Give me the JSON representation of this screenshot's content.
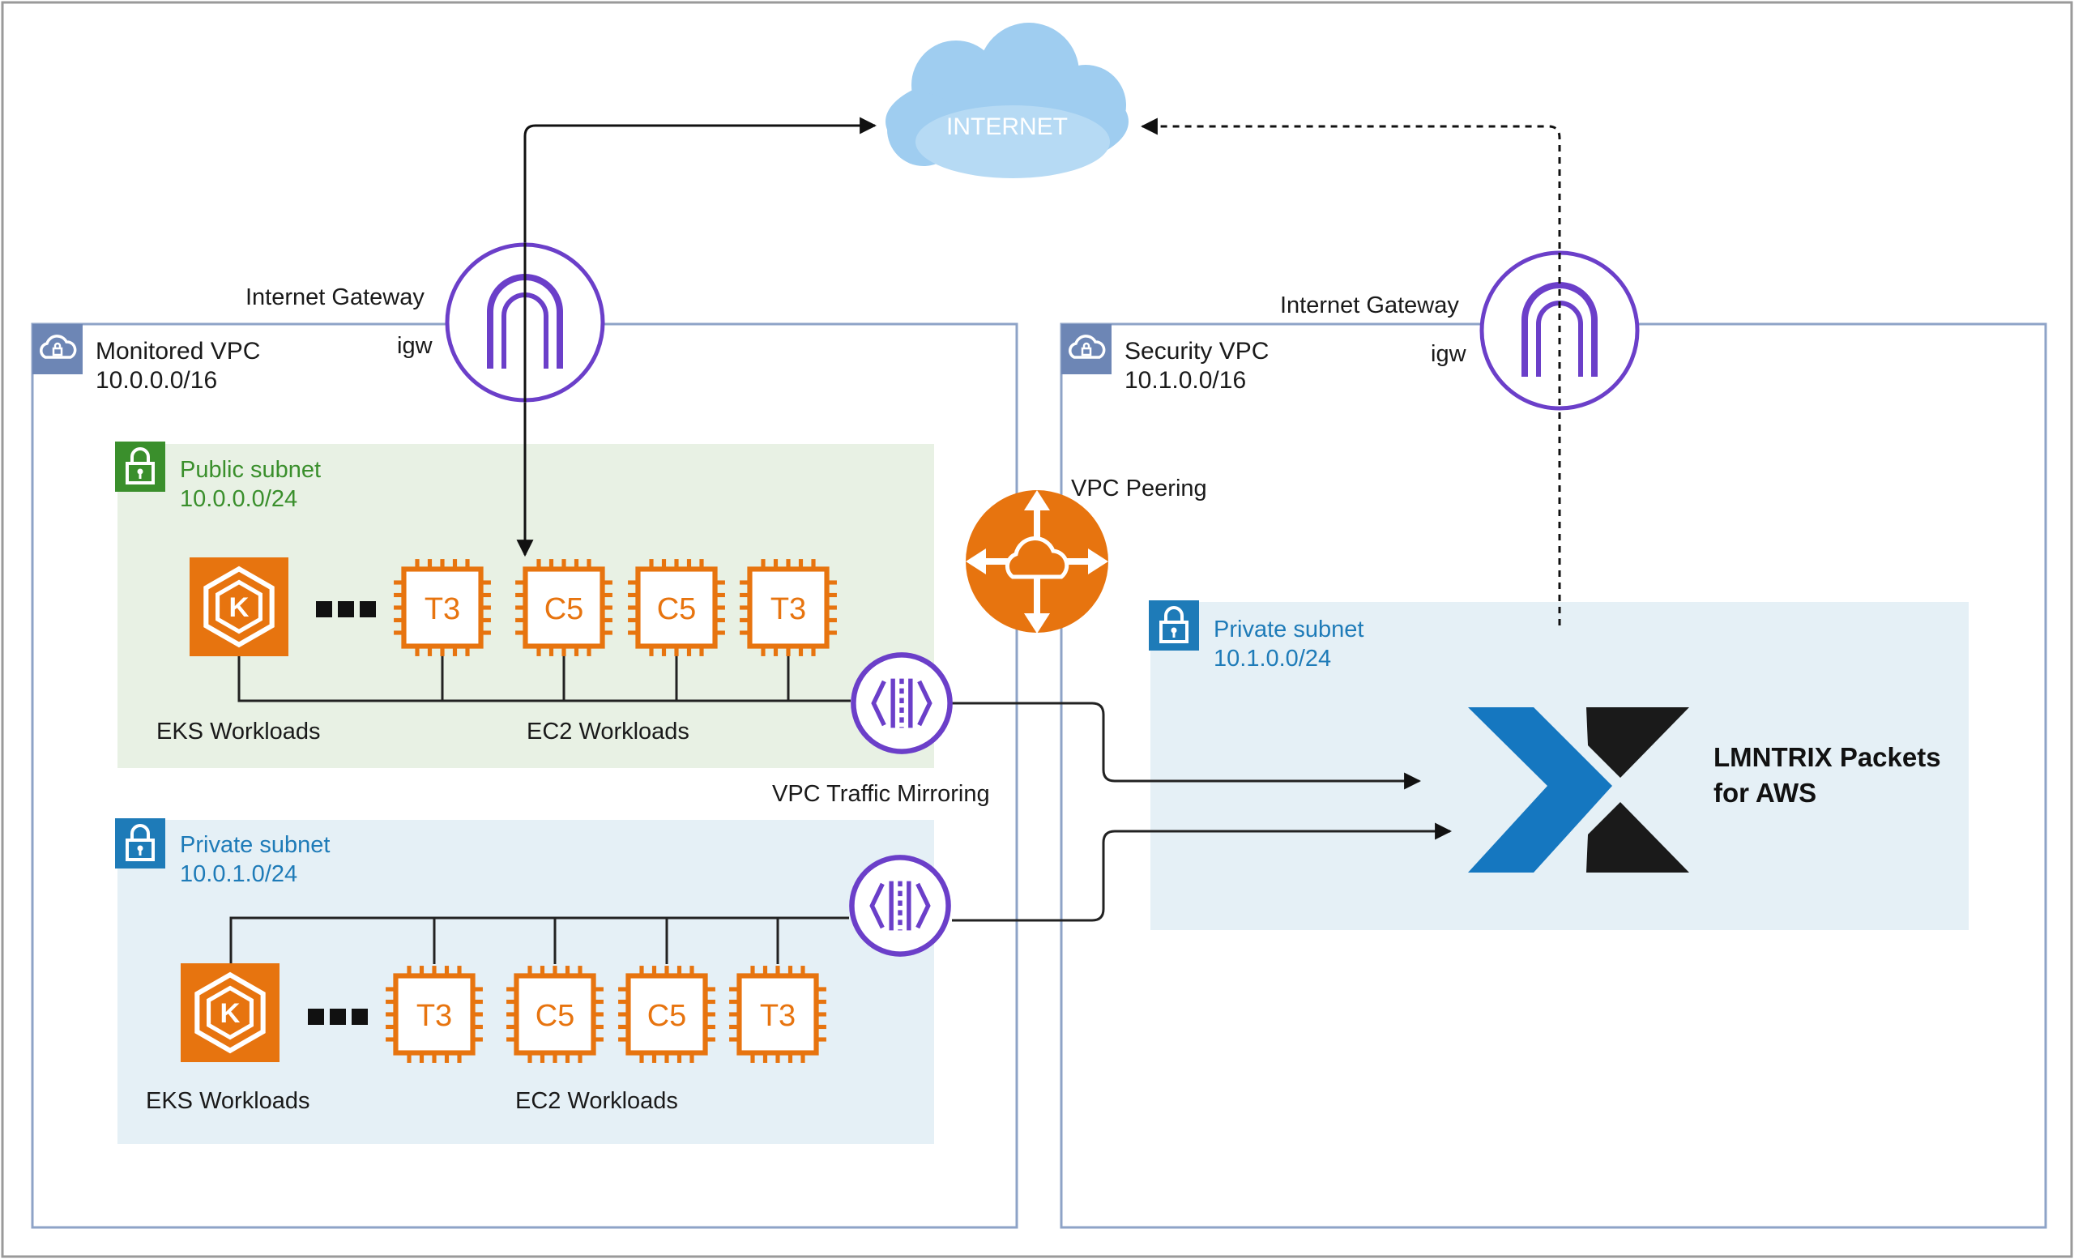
{
  "internet": {
    "label": "INTERNET"
  },
  "monitored_vpc": {
    "name": "Monitored VPC",
    "cidr": "10.0.0.0/16",
    "gateway": {
      "label": "Internet Gateway",
      "short": "igw"
    },
    "public_subnet": {
      "name": "Public subnet",
      "cidr": "10.0.0.0/24",
      "instances": [
        "T3",
        "C5",
        "C5",
        "T3"
      ],
      "eks_label": "EKS Workloads",
      "ec2_label": "EC2 Workloads"
    },
    "private_subnet": {
      "name": "Private subnet",
      "cidr": "10.0.1.0/24",
      "instances": [
        "T3",
        "C5",
        "C5",
        "T3"
      ],
      "eks_label": "EKS Workloads",
      "ec2_label": "EC2 Workloads"
    }
  },
  "security_vpc": {
    "name": "Security VPC",
    "cidr": "10.1.0.0/16",
    "gateway": {
      "label": "Internet Gateway",
      "short": "igw"
    },
    "private_subnet": {
      "name": "Private subnet",
      "cidr": "10.1.0.0/24"
    }
  },
  "vpc_peering": {
    "label": "VPC Peering"
  },
  "traffic_mirroring": {
    "label": "VPC Traffic Mirroring"
  },
  "lmntrix": {
    "line1": "LMNTRIX Packets",
    "line2": "for AWS"
  },
  "colors": {
    "vpc_border": "#8ea3c7",
    "public_subnet_bg": "#e8f1e4",
    "public_green": "#3a8f2c",
    "private_subnet_bg": "#e5f0f6",
    "private_blue": "#1e7bb8",
    "gateway_purple": "#6b3fc9",
    "aws_orange": "#e7740f",
    "cloud_blue": "#9fcdf0",
    "lmntrix_blue": "#1577c0",
    "lmntrix_black": "#1a1a1a"
  }
}
